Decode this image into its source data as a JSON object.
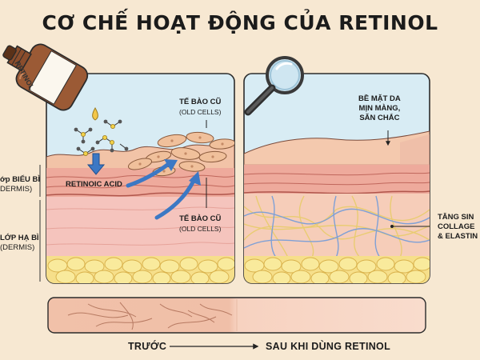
{
  "title": "CƠ CHẾ HOẠT ĐỘNG CỦA RETINOL",
  "bottle_label": "RETINOL",
  "labels": {
    "old_cells_top": "TẾ BÀO CŨ",
    "old_cells_top_sub": "(OLD CELLS)",
    "retinoic_acid": "RETINOIC ACID",
    "old_cells_bottom": "TẾ BÀO CŨ",
    "old_cells_bottom_sub": "(OLD CELLS)",
    "smooth_surface_1": "BỀ MẶT DA",
    "smooth_surface_2": "MỊN MÀNG,",
    "smooth_surface_3": "SĂN CHẮC",
    "collagen_1": "TĂNG SIN",
    "collagen_2": "COLLAGE",
    "collagen_3": "& ELASTIN"
  },
  "side_labels": {
    "epidermis_vi": "ớp BIỂU BÌ",
    "epidermis_en": "DERMIS)",
    "dermis_vi": "LỚP HẠ BÌ",
    "dermis_en": "(DERMIS)"
  },
  "bottom": {
    "before": "TRƯỚC",
    "after": "SAU KHI DÙNG RETINOL"
  },
  "colors": {
    "background": "#f7e8d2",
    "panel": "#d8ecf4",
    "skin_top": "#f2c3a7",
    "epidermis": "#eeaa9c",
    "dermis": "#f5c4bd",
    "fat": "#f6df8a",
    "arrow": "#3c78c4",
    "bottle": "#9b5a35"
  }
}
